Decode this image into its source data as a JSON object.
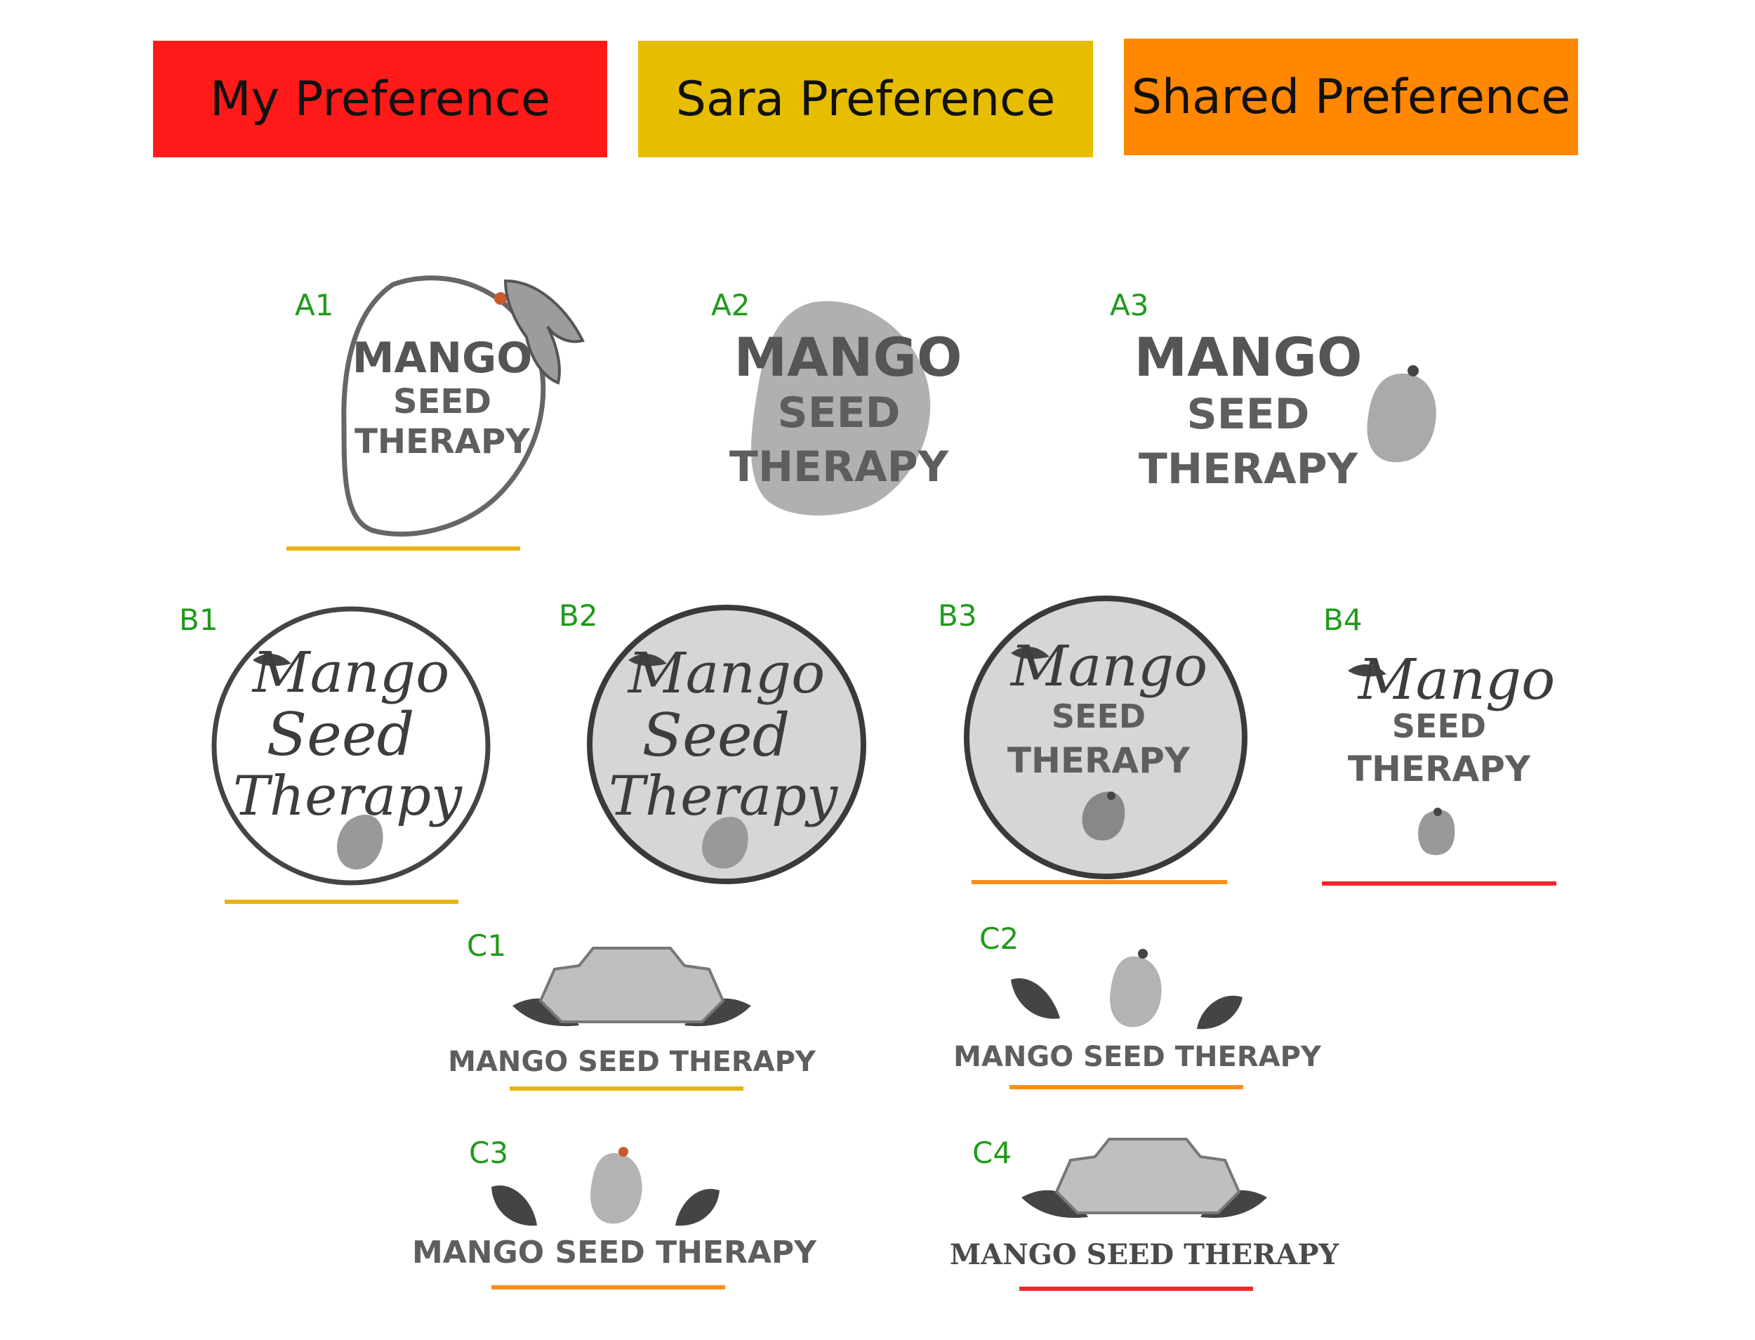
{
  "legend": {
    "my": {
      "label": "My Preference",
      "color": "#ff1a1a"
    },
    "sara": {
      "label": "Sara Preference",
      "color": "#e6bd00"
    },
    "shared": {
      "label": "Shared Preference",
      "color": "#ff8800"
    }
  },
  "options": {
    "A1": {
      "label": "A1",
      "word1": "MANGO",
      "word2": "SEED",
      "word3": "THERAPY",
      "preference": "sara"
    },
    "A2": {
      "label": "A2",
      "word1": "MANGO",
      "word2": "SEED",
      "word3": "THERAPY"
    },
    "A3": {
      "label": "A3",
      "word1": "MANGO",
      "word2": "SEED",
      "word3": "THERAPY"
    },
    "B1": {
      "label": "B1",
      "word1": "Mango",
      "word2": "Seed",
      "word3": "Therapy",
      "preference": "sara"
    },
    "B2": {
      "label": "B2",
      "word1": "Mango",
      "word2": "Seed",
      "word3": "Therapy"
    },
    "B3": {
      "label": "B3",
      "word1": "Mango",
      "word2": "SEED",
      "word3": "THERAPY",
      "preference": "shared"
    },
    "B4": {
      "label": "B4",
      "word1": "Mango",
      "word2": "SEED",
      "word3": "THERAPY",
      "preference": "my"
    },
    "C1": {
      "label": "C1",
      "text": "MANGO SEED THERAPY",
      "preference": "sara"
    },
    "C2": {
      "label": "C2",
      "text": "MANGO SEED THERAPY",
      "preference": "shared"
    },
    "C3": {
      "label": "C3",
      "text": "MANGO SEED THERAPY",
      "preference": "shared"
    },
    "C4": {
      "label": "C4",
      "text": "MANGO SEED THERAPY",
      "preference": "my"
    }
  },
  "colors": {
    "label_green": "#1f9a1a",
    "logo_gray": "#5e5e5e",
    "mango_fill": "#b3b3b3",
    "circle_fill": "#d6d6d6"
  }
}
